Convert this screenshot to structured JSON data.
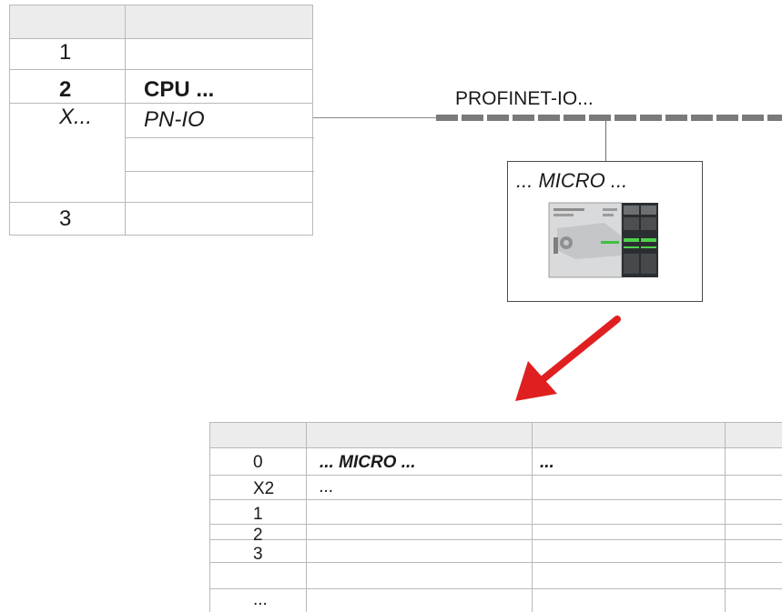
{
  "rack": {
    "slots": [
      {
        "slot": "1",
        "module": ""
      },
      {
        "slot": "2",
        "module": "CPU ..."
      },
      {
        "slot": "X...",
        "module": "PN-IO"
      },
      {
        "slot": "3",
        "module": ""
      }
    ]
  },
  "network": {
    "label": "PROFINET-IO..."
  },
  "device": {
    "label": "... MICRO ...",
    "image_icon": "micro-plc-device-icon"
  },
  "arrow": {
    "color": "#e02020",
    "icon": "red-arrow-icon"
  },
  "device_table": {
    "rows": [
      {
        "slot": "0",
        "module": "... MICRO ...",
        "col3": "..."
      },
      {
        "slot": "X2",
        "module": "...",
        "col3": ""
      },
      {
        "slot": "1",
        "module": "",
        "col3": ""
      },
      {
        "slot": "2",
        "module": "",
        "col3": ""
      },
      {
        "slot": "3",
        "module": "",
        "col3": ""
      },
      {
        "slot": "...",
        "module": "",
        "col3": ""
      }
    ]
  }
}
